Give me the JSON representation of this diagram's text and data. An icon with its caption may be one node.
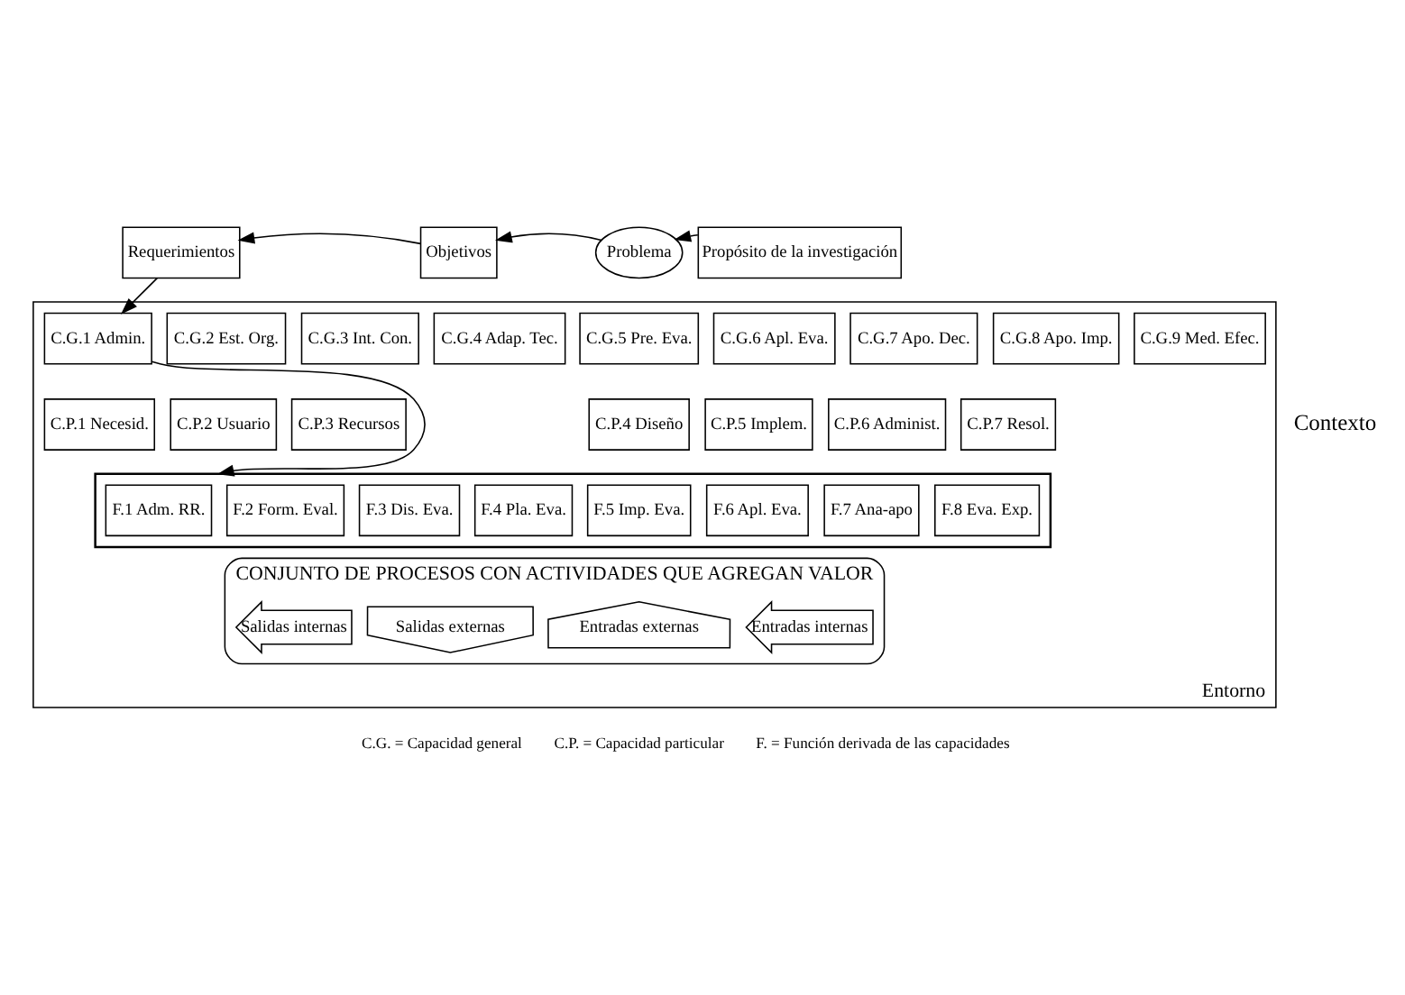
{
  "diagram": {
    "nodes": [
      {
        "text": [
          "Propósito de la investigación"
        ]
      },
      {
        "text": [
          "Problema"
        ]
      },
      {
        "text": [
          "Objetivos"
        ]
      },
      {
        "text": [
          "Requerimientos"
        ]
      },
      {
        "text": [
          "Entorno"
        ]
      },
      {
        "text": [
          "C.G.1 Admin."
        ],
        "in": 4
      },
      {
        "text": [
          "C.G.2 Est. Org."
        ],
        "in": 4
      },
      {
        "text": [
          "C.G.3 Int. Con."
        ],
        "in": 4
      },
      {
        "text": [
          "C.G.4 Adap. Tec."
        ],
        "in": 4
      },
      {
        "text": [
          "C.G.5 Pre. Eva."
        ],
        "in": 4
      },
      {
        "text": [
          "C.G.6 Apl. Eva."
        ],
        "in": 4
      },
      {
        "text": [
          "C.G.7 Apo. Dec."
        ],
        "in": 4
      },
      {
        "text": [
          "C.G.8 Apo. Imp."
        ],
        "in": 4
      },
      {
        "text": [
          "C.G.9 Med. Efec."
        ],
        "in": 4
      },
      {
        "text": [
          "C.P.1 Necesid."
        ],
        "in": 4
      },
      {
        "text": [
          "C.P.2 Usuario"
        ],
        "in": 4
      },
      {
        "text": [
          "C.P.3 Recursos"
        ],
        "in": 4
      },
      {
        "text": [
          "C.P.4 Diseño"
        ],
        "in": 4
      },
      {
        "text": [
          "C.P.5 Implem."
        ],
        "in": 4
      },
      {
        "text": [
          "C.P.6 Administ."
        ],
        "in": 4
      },
      {
        "text": [
          "C.P.7 Resol."
        ],
        "in": 4
      },
      {
        "text": [],
        "shape": "trapezoid",
        "in": 4
      },
      {
        "text": [
          "F.1 Adm. RR."
        ],
        "in": 21
      },
      {
        "text": [
          "F.2 Form. Eval."
        ],
        "in": 21
      },
      {
        "text": [
          "F.3 Dis. Eva."
        ],
        "in": 21
      },
      {
        "text": [
          "F.4 Pla. Eva."
        ],
        "in": 21
      },
      {
        "text": [
          "F.5 Imp. Eva."
        ],
        "in": 21
      },
      {
        "text": [
          "F.6 Apl. Eva."
        ],
        "in": 21
      },
      {
        "text": [
          "F.7 Ana-apo"
        ],
        "in": 21
      },
      {
        "text": [
          "F.8 Eva. Exp."
        ],
        "in": 21
      },
      {
        "text": [
          "CONJUNTO DE PROCESOS CON ACTIVIDADES QUE AGREGAN VALOR"
        ],
        "in": 4
      },
      {
        "text": [
          "Salidas internas"
        ],
        "in": 30
      },
      {
        "text": [
          "Salidas externas"
        ],
        "in": 30
      },
      {
        "text": [
          "Entradas externas"
        ],
        "in": 30
      },
      {
        "text": [
          "Entradas internas"
        ],
        "in": 30
      }
    ],
    "edges": [
      {
        "from": 0,
        "to": 1,
        "arrow": "to"
      },
      {
        "from": 1,
        "to": 2,
        "arrow": "to"
      },
      {
        "from": 2,
        "to": 3,
        "arrow": "to"
      },
      {
        "from": 3,
        "to": 5,
        "arrow": "to"
      },
      {
        "from": 5,
        "to": 21,
        "arrow": "to"
      }
    ],
    "labels": [
      "Contexto",
      "C.G. = Capacidad general",
      "C.P. = Capacidad particular",
      "F. = Función derivada de las capacidades"
    ]
  }
}
